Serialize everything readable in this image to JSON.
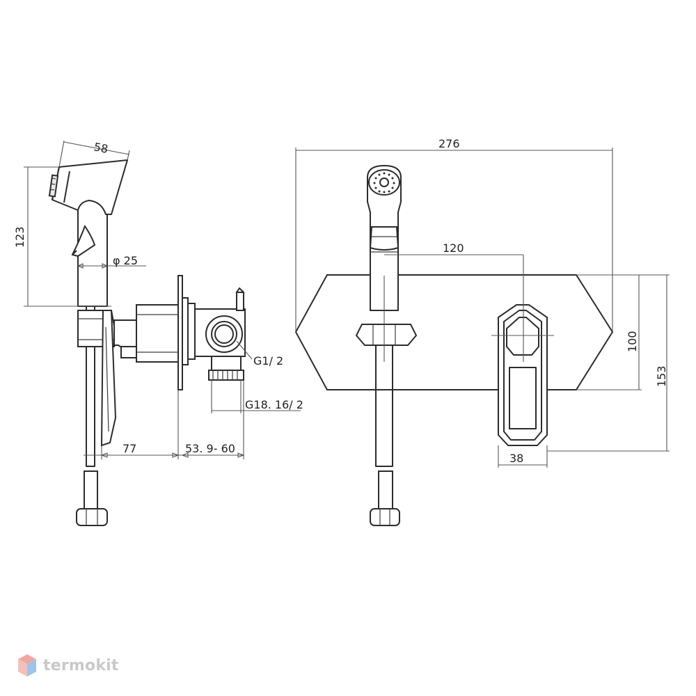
{
  "dimensions": {
    "side_width": "58",
    "side_height": "123",
    "hose_diameter": "φ 25",
    "thread_outlet": "G1/ 2",
    "thread_inlet": "G18. 16/ 2",
    "handle_depth": "77",
    "body_depth": "53. 9- 60",
    "plate_width": "276",
    "centers_distance": "120",
    "plate_height": "100",
    "total_height": "153",
    "lever_width": "38"
  },
  "watermark": {
    "text": "termokit",
    "colors": [
      "#f0a7a0",
      "#9fc3ea",
      "#c9c9c9"
    ]
  }
}
